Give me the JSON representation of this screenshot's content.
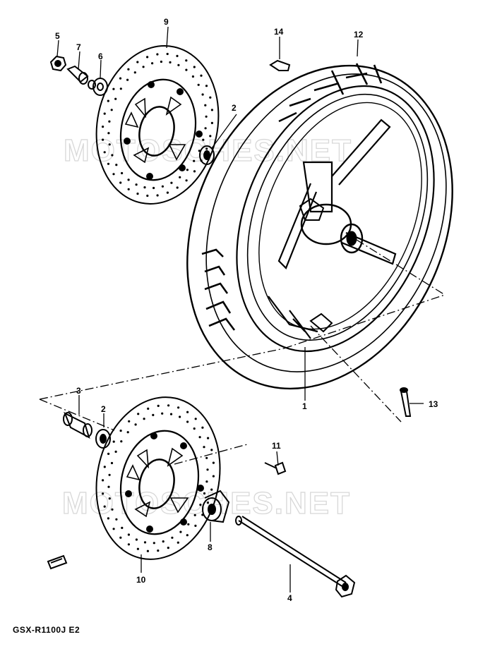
{
  "callouts": {
    "c1": "1",
    "c2a": "2",
    "c2b": "2",
    "c3": "3",
    "c4": "4",
    "c5": "5",
    "c6": "6",
    "c7": "7",
    "c8": "8",
    "c9": "9",
    "c10": "10",
    "c11": "11",
    "c12": "12",
    "c13": "13",
    "c14": "14"
  },
  "watermark": {
    "top": "MOTOSCHES.NET",
    "bottom": "MOTOSCHES.NET"
  },
  "model_code": "GSX-R1100J E2"
}
